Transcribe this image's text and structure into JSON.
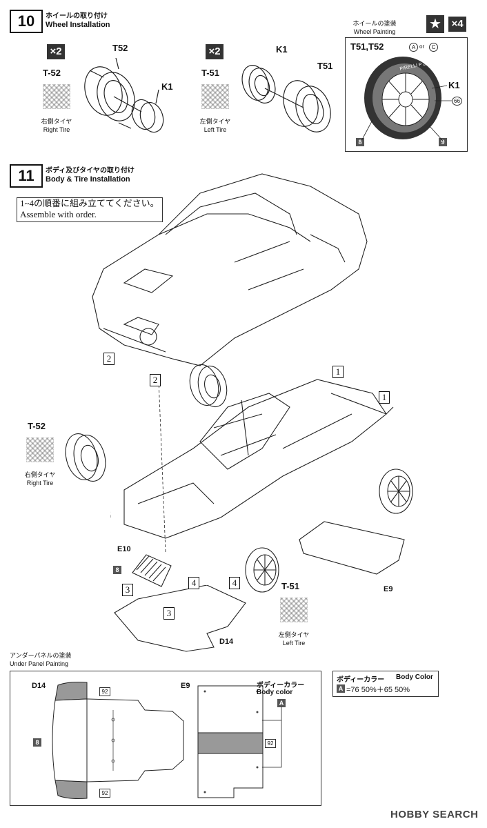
{
  "step10": {
    "number": "10",
    "title_jp": "ホイールの取り付け",
    "title_en": "Wheel Installation",
    "right_group": {
      "multiplier": "×2",
      "part_label": "T-52",
      "tire_jp": "右側タイヤ",
      "tire_en": "Right Tire",
      "tire_code": "T52",
      "wheel_code": "K1"
    },
    "left_group": {
      "multiplier": "×2",
      "part_label": "T-51",
      "tire_jp": "左側タイヤ",
      "tire_en": "Left Tire",
      "tire_code": "T51",
      "wheel_code": "K1"
    },
    "painting": {
      "title_jp": "ホイールの塗装",
      "title_en": "Wheel Painting",
      "multiplier": "×4",
      "parts": "T51,T52",
      "option_a": "A",
      "or_text": "or",
      "option_c": "C",
      "wheel_code": "K1",
      "color_66": "66",
      "color_8": "8",
      "color_9": "9",
      "sidewall_text": "PIRELLI P ZERO"
    }
  },
  "step11": {
    "number": "11",
    "title_jp": "ボディ及びタイヤの取り付け",
    "title_en": "Body & Tire Installation",
    "note_jp": "1~4の順番に組み立ててください。",
    "note_en": "Assemble with order.",
    "order": [
      "1",
      "1",
      "2",
      "2",
      "3",
      "3",
      "4",
      "4"
    ],
    "right_tire": {
      "part_label": "T-52",
      "jp": "右側タイヤ",
      "en": "Right Tire"
    },
    "left_tire": {
      "part_label": "T-51",
      "jp": "左側タイヤ",
      "en": "Left Tire"
    },
    "parts": {
      "e10": "E10",
      "e10_color": "8",
      "e9": "E9",
      "d14": "D14"
    }
  },
  "under_panel": {
    "title_jp": "アンダーパネルの塗装",
    "title_en": "Under Panel Painting",
    "d14": "D14",
    "e9": "E9",
    "color_92_top": "92",
    "color_92_bottom": "92",
    "color_8": "8",
    "e9_color_92": "92",
    "body_color_jp": "ボディーカラー",
    "body_color_en": "Body color",
    "body_color_chip": "A"
  },
  "body_color_legend": {
    "title_jp": "ボディーカラー",
    "title_en": "Body Color",
    "chip": "A",
    "formula": "=76 50%＋65 50%"
  },
  "watermark": "HOBBY SEARCH"
}
